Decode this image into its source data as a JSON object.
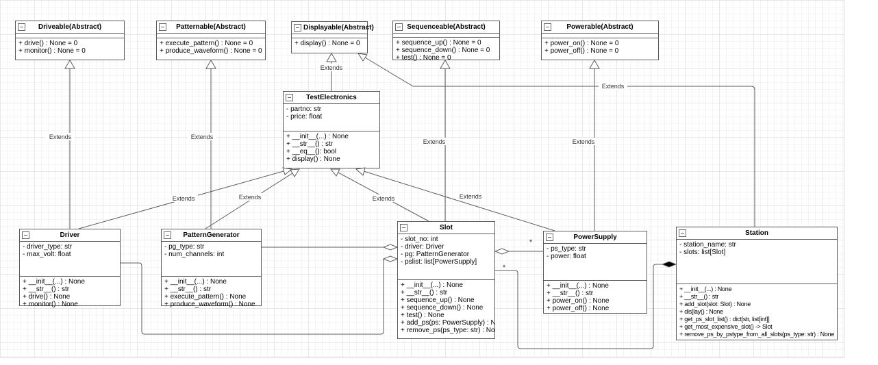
{
  "colors": {
    "stroke": "#5b5b5b",
    "box_fill": "#ffffff",
    "grid_minor": "#f4f4f4",
    "grid_major": "#e7e7e7",
    "composition_fill": "#000000"
  },
  "classes": [
    {
      "name": "Driveable(Abstract)",
      "attributes": [],
      "methods": [
        "+ drive()  : None = 0",
        "+ monitor()  :  None = 0"
      ]
    },
    {
      "name": "Patternable(Abstract)",
      "attributes": [],
      "methods": [
        "+ execute_pattern()  : None = 0",
        "+ produce_waveform()  :  None = 0"
      ]
    },
    {
      "name": "Displayable(Abstract)",
      "attributes": [],
      "methods": [
        "+ display() : None = 0"
      ]
    },
    {
      "name": "Sequenceable(Abstract)",
      "attributes": [],
      "methods": [
        "+ sequence_up()  : None = 0",
        "+ sequence_down()  : None = 0",
        "+ test()  :  None = 0"
      ]
    },
    {
      "name": "Powerable(Abstract)",
      "attributes": [],
      "methods": [
        "+ power_on()  : None = 0",
        "+ power_off()  : None = 0"
      ]
    },
    {
      "name": "TestElectronics",
      "attributes": [
        "- partno: str",
        "- price: float"
      ],
      "methods": [
        "+ __init__(...) : None",
        "+ __str__() : str",
        "+ __eq__(): bool",
        "+ display() : None"
      ]
    },
    {
      "name": "Driver",
      "attributes": [
        "- driver_type: str",
        "- max_volt: float"
      ],
      "methods": [
        "+ __init__(...) : None",
        "+ __str__() : str",
        "+ drive()  : None",
        "+ monitor()  : None"
      ]
    },
    {
      "name": "PatternGenerator",
      "attributes": [
        "- pg_type: str",
        "- num_channels: int"
      ],
      "methods": [
        "+ __init__(...) : None",
        "+ __str__() : str",
        "+ execute_pattern()  : None",
        "+ produce_waveform()  : None"
      ]
    },
    {
      "name": "Slot",
      "attributes": [
        "- slot_no: int",
        "- driver: Driver",
        "- pg: PatternGenerator",
        "- pslist: list[PowerSupply]"
      ],
      "methods": [
        "+ __init__(...) : None",
        "+ __str__() : str",
        "+ sequence_up()  : None",
        "+ sequence_down()  : None",
        "+ test()  : None",
        "+ add_ps(ps: PowerSupply) : None",
        "+ remove_ps(ps_type: str) : None"
      ]
    },
    {
      "name": "PowerSupply",
      "attributes": [
        "- ps_type: str",
        "- power: float"
      ],
      "methods": [
        "+ __init__(...) : None",
        "+ __str__() : str",
        "+ power_on()  : None",
        "+ power_off()  : None"
      ]
    },
    {
      "name": "Station",
      "attributes": [
        "- station_name: str",
        "- slots: list[Slot]"
      ],
      "methods": [
        "+ __init__(...) : None",
        "+ __str__() : str",
        "+ add_slot(slot: Slot) : None",
        "+ dis[lay()  : None",
        "+ get_ps_slot_list() : dict[str, list[int]]",
        "+ get_most_expensive_slot() -> Slot",
        "+ remove_ps_by_pstype_from_all_slots(ps_type: str) : None"
      ]
    }
  ],
  "relationships": [
    {
      "from": "Driver",
      "to": "Driveable(Abstract)",
      "type": "generalization",
      "label": "Extends"
    },
    {
      "from": "PatternGenerator",
      "to": "Patternable(Abstract)",
      "type": "generalization",
      "label": "Extends"
    },
    {
      "from": "TestElectronics",
      "to": "Displayable(Abstract)",
      "type": "generalization",
      "label": "Extends"
    },
    {
      "from": "Slot",
      "to": "Sequenceable(Abstract)",
      "type": "generalization",
      "label": "Extends"
    },
    {
      "from": "PowerSupply",
      "to": "Powerable(Abstract)",
      "type": "generalization",
      "label": "Extends"
    },
    {
      "from": "Station",
      "to": "Displayable(Abstract)",
      "type": "generalization",
      "label": "Extends"
    },
    {
      "from": "Driver",
      "to": "TestElectronics",
      "type": "generalization",
      "label": "Extends"
    },
    {
      "from": "PatternGenerator",
      "to": "TestElectronics",
      "type": "generalization",
      "label": "Extends"
    },
    {
      "from": "Slot",
      "to": "TestElectronics",
      "type": "generalization",
      "label": "Extends"
    },
    {
      "from": "PowerSupply",
      "to": "TestElectronics",
      "type": "generalization",
      "label": "Extends"
    },
    {
      "from": "Slot",
      "to": "PatternGenerator",
      "type": "aggregation",
      "label": ""
    },
    {
      "from": "Slot",
      "to": "Driver",
      "type": "aggregation",
      "label": ""
    },
    {
      "from": "Slot",
      "to": "PowerSupply",
      "type": "aggregation",
      "label": "",
      "multiplicity": "*"
    },
    {
      "from": "Station",
      "to": "Slot",
      "type": "composition",
      "label": "",
      "multiplicity": "*"
    }
  ]
}
